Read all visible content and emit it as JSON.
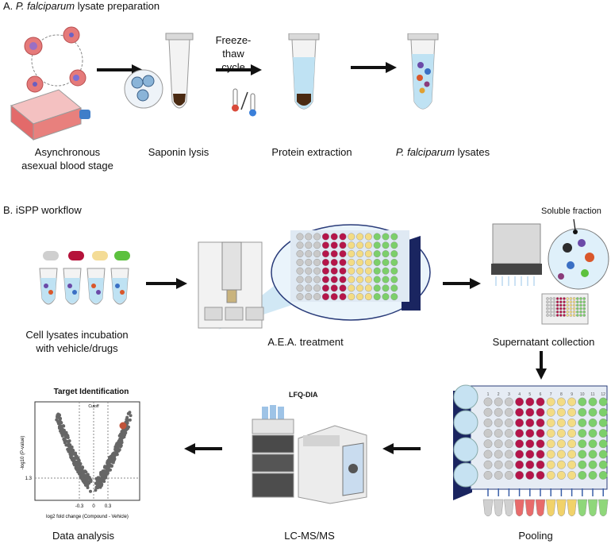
{
  "section_a": {
    "title_prefix": "A. ",
    "title_italic": "P. falciparum",
    "title_suffix": " lysate preparation",
    "steps": [
      {
        "line1": "Asynchronous",
        "line2": "asexual blood stage"
      },
      {
        "line1": "Saponin lysis"
      },
      {
        "line1": "Protein extraction"
      },
      {
        "italic": "P. falciparum",
        "rest": " lysates"
      }
    ],
    "freeze_thaw": {
      "line1": "Freeze-thaw",
      "line2": "cycle"
    }
  },
  "section_b": {
    "title": "B. iSPP workflow",
    "steps": [
      {
        "line1": "Cell lysates incubation",
        "line2": "with vehicle/drugs"
      },
      {
        "line1": "A.E.A. treatment"
      },
      {
        "line1": "Supernatant collection"
      },
      {
        "line1": "Pooling"
      },
      {
        "line1": "LC-MS/MS"
      },
      {
        "line1": "Data analysis"
      }
    ],
    "soluble_fraction": "Soluble fraction",
    "lfq_dia": "LFQ-DIA",
    "volcano": {
      "title": "Target Identification",
      "cutoff": "Cutoff",
      "ylabel": "-log10 (P-value)",
      "ytick": "1.3",
      "xticks": [
        "-0.3",
        "0",
        "0.3"
      ],
      "xlabel": "log2 fold change (Compound - Vehicle)"
    },
    "plate_cols": [
      "1",
      "2",
      "3",
      "4",
      "5",
      "6",
      "7",
      "8",
      "9",
      "10",
      "11",
      "12"
    ]
  },
  "colors": {
    "arrow": "#111111",
    "magenta": "#b5154a",
    "yellow": "#f3dc84",
    "green": "#7ccf6a",
    "grey_well": "#c9c9c9",
    "lysate_blue": "#bfe2f3",
    "pellet": "#4a2a12",
    "flask_red": "#e36a6a",
    "callout": "#c6e2f2"
  },
  "tube_caps": [
    "#cfcfcf",
    "#b5123a",
    "#f4dc96",
    "#5cc13e"
  ],
  "pool_tube_colors": [
    "#d0d0d0",
    "#d0d0d0",
    "#d0d0d0",
    "#e86b6b",
    "#e86b6b",
    "#e86b6b",
    "#f1d26a",
    "#f1d26a",
    "#f1d26a",
    "#8fd77a",
    "#8fd77a",
    "#8fd77a"
  ]
}
